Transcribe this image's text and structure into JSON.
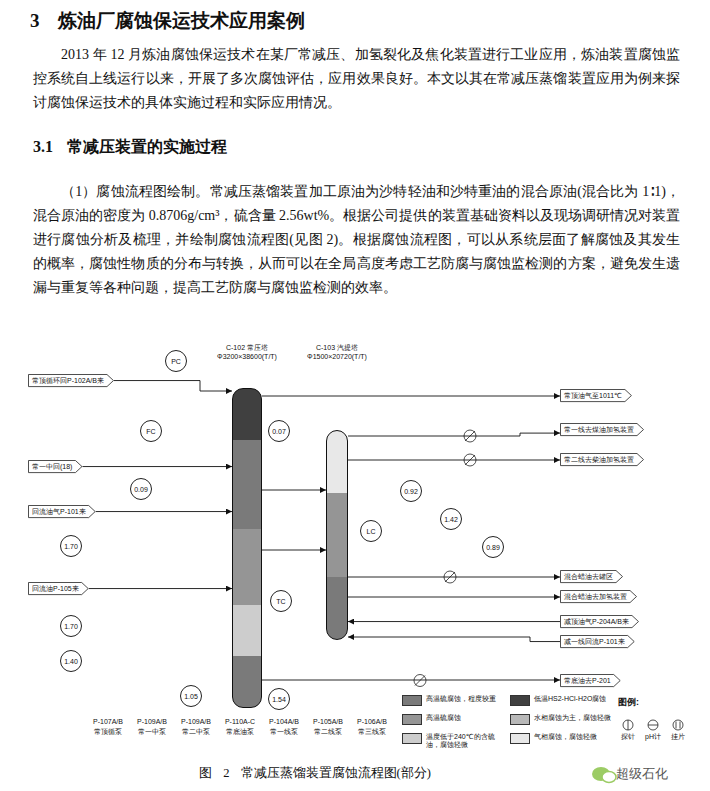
{
  "diagram": {
    "title": "3 炼油厂腐蚀保运技术应用案例",
    "caption": "图 2 常减压蒸馏装置腐蚀流程图(部分)",
    "nodes": [
      {
        "text": [
          "C-102 常压塔",
          "Φ3200×38600(T/T)"
        ]
      },
      {
        "text": [
          "C-103 汽提塔",
          "Φ1500×20720(T/T)"
        ]
      },
      {
        "text": [
          "PC"
        ]
      },
      {
        "text": [
          "常顶循环回P-102A/B来"
        ]
      },
      {
        "text": [
          "常顶油气至1011℃"
        ]
      },
      {
        "text": [
          "常一线去煤油加氢装置"
        ]
      },
      {
        "text": [
          "FC"
        ]
      },
      {
        "text": [
          "0.07"
        ]
      },
      {
        "text": [
          "常一中回(18)"
        ]
      },
      {
        "text": [
          "常二线去柴油加氢装置"
        ]
      },
      {
        "text": [
          "0.09"
        ]
      },
      {
        "text": [
          "回流油气P-101来"
        ]
      },
      {
        "text": [
          "0.92"
        ]
      },
      {
        "text": [
          "1.42"
        ]
      },
      {
        "text": [
          "LC"
        ]
      },
      {
        "text": [
          "0.89"
        ]
      },
      {
        "text": [
          "1.70"
        ]
      },
      {
        "text": [
          "混合蜡油去罐区"
        ]
      },
      {
        "text": [
          "回流油P-105来"
        ]
      },
      {
        "text": [
          "TC"
        ]
      },
      {
        "text": [
          "混合蜡油去加氢装置"
        ]
      },
      {
        "text": [
          "1.70"
        ]
      },
      {
        "text": [
          "减顶油气P-204A/B来"
        ]
      },
      {
        "text": [
          "减一线回流P-101来"
        ]
      },
      {
        "text": [
          "1.40"
        ]
      },
      {
        "text": [
          "常底油去P-201"
        ]
      },
      {
        "text": [
          "1.05"
        ]
      },
      {
        "text": [
          "1.54"
        ]
      }
    ],
    "edges": [
      {
        "from": 3,
        "to": 0,
        "arrow": "to"
      },
      {
        "from": 8,
        "to": 0,
        "arrow": "to"
      },
      {
        "from": 11,
        "to": 0,
        "arrow": "to"
      },
      {
        "from": 18,
        "to": 0,
        "arrow": "to"
      },
      {
        "from": 0,
        "to": 1,
        "arrow": "to"
      },
      {
        "from": 0,
        "to": 1,
        "arrow": "to"
      },
      {
        "from": 0,
        "to": 4,
        "arrow": "to"
      },
      {
        "from": 1,
        "to": 5,
        "arrow": "to"
      },
      {
        "from": 1,
        "to": 9,
        "arrow": "to"
      },
      {
        "from": 1,
        "to": 17,
        "arrow": "to"
      },
      {
        "from": 1,
        "to": 20,
        "arrow": "to"
      },
      {
        "from": 22,
        "to": 1,
        "arrow": "to"
      },
      {
        "from": 23,
        "to": 1,
        "arrow": "to"
      },
      {
        "from": 0,
        "to": 25,
        "arrow": "to"
      }
    ],
    "labels": [
      "2013 年 12 月炼油腐蚀保运技术在某厂常减压、加氢裂化及焦化装置进行工业应用，炼油装置腐蚀监控系统自上线运行以来，开展了多次腐蚀评估，应用效果良好。本文以其在常减压蒸馏装置应用为例来探讨腐蚀保运技术的具体实施过程和实际应用情况。",
      "3.1 常减压装置的实施过程",
      "（1）腐蚀流程图绘制。常减压蒸馏装置加工原油为沙特轻油和沙特重油的混合原油(混合比为 1∶1)，混合原油的密度为 0.8706g/cm³，硫含量 2.56wt%。根据公司提供的装置基础资料以及现场调研情况对装置进行腐蚀分析及梳理，并绘制腐蚀流程图(见图 2)。根据腐蚀流程图，可以从系统层面了解腐蚀及其发生的概率，腐蚀性物质的分布与转换，从而可以在全局高度考虑工艺防腐与腐蚀监检测的方案，避免发生遗漏与重复等各种问题，提高工艺防腐与腐蚀监检测的效率。",
      "图例:",
      "P-107A/B",
      "常顶循泵",
      "P-109A/B",
      "常一中泵",
      "P-109A/B",
      "常二中泵",
      "P-110A-C",
      "常底油泵",
      "P-104A/B",
      "常一线泵",
      "P-105A/B",
      "常二线泵",
      "P-106A/B",
      "常三线泵",
      "超级石化"
    ],
    "legend": [
      {
        "text": "高温硫腐蚀，程度较重",
        "color": "#7a7a7a"
      },
      {
        "text": "低温HS2-HCl-H2O腐蚀",
        "color": "#404040"
      },
      {
        "text": "高温硫腐蚀",
        "color": "#959595"
      },
      {
        "text": "水相腐蚀为主，腐蚀轻微",
        "color": "#b8b8b8"
      },
      {
        "text": "温度低于240℃的含硫油，腐蚀轻微",
        "color": "#cdcdcd"
      },
      {
        "text": "气相腐蚀，腐蚀轻微",
        "color": "#e8e8e8"
      },
      {
        "text": "探针"
      },
      {
        "text": "pH计"
      },
      {
        "text": "挂片"
      }
    ]
  }
}
